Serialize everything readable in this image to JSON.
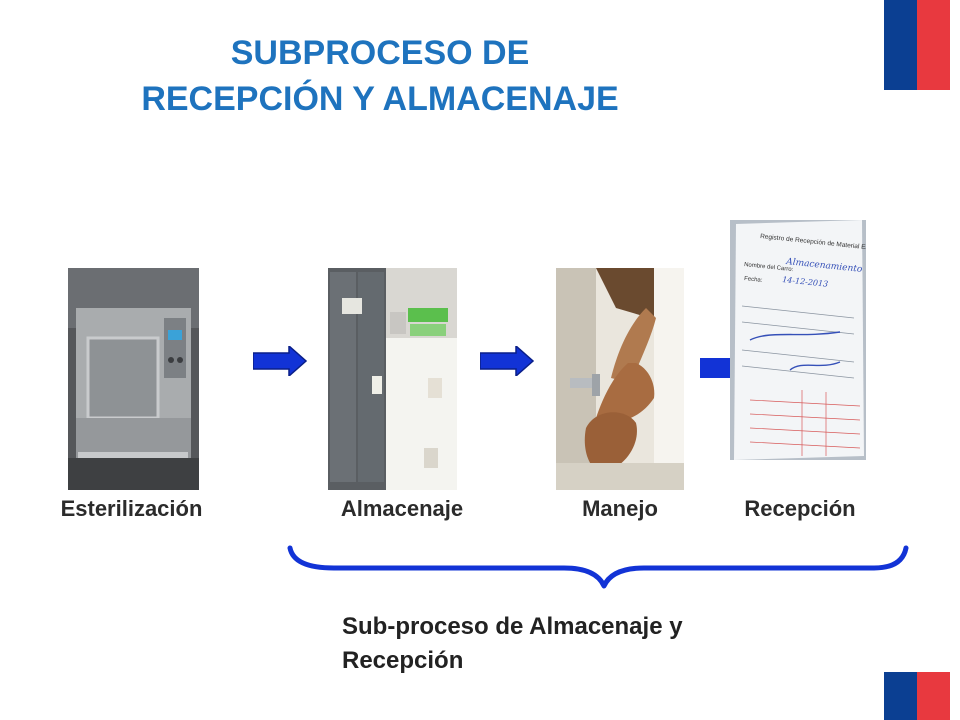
{
  "title": {
    "line1": "SUBPROCESO DE",
    "line2": "RECEPCIÓN Y ALMACENAJE"
  },
  "steps": [
    {
      "label": "Esterilización",
      "image": "sterilizer-machine"
    },
    {
      "label": "Almacenaje",
      "image": "storage-cabinet"
    },
    {
      "label": "Manejo",
      "image": "hand-washing"
    },
    {
      "label": "Recepción",
      "image": "reception-form"
    }
  ],
  "form_text": {
    "heading": "Registro de Recepción de Material Estéril",
    "field_area": "Nombre del Carro:",
    "field_area_value": "Almacenamiento",
    "field_date": "Fecha:",
    "field_date_value": "14-12-2013"
  },
  "caption": {
    "line1": "Sub-proceso de Almacenaje y",
    "line2": "Recepción"
  },
  "colors": {
    "title": "#1e73be",
    "arrow": "#1233d6",
    "flag_blue": "#0b3f92",
    "flag_red": "#e8393f"
  }
}
